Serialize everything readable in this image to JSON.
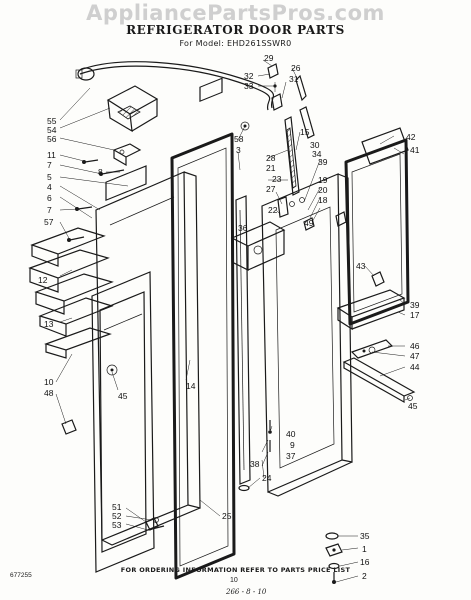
{
  "watermark": "AppliancePartsPros.com",
  "header": {
    "title": "REFRIGERATOR DOOR PARTS",
    "subtitle": "For Model: EHD261SSWR0"
  },
  "callouts": {
    "c29": "29",
    "c26": "26",
    "c31": "31",
    "c32": "32",
    "c33": "33",
    "c55": "55",
    "c54": "54",
    "c56": "56",
    "c11": "11",
    "c7a": "7",
    "c8": "8",
    "c5": "5",
    "c4": "4",
    "c6": "6",
    "c7b": "7",
    "c57": "57",
    "c58": "58",
    "c3": "3",
    "c15": "15",
    "c30": "30",
    "c34": "34",
    "c28": "28",
    "c21": "21",
    "c23": "23",
    "c39a": "39",
    "c19": "19",
    "c20": "20",
    "c27": "27",
    "c22": "22",
    "c18": "18",
    "c36": "36",
    "c49": "49",
    "c42": "42",
    "c41": "41",
    "c43": "43",
    "c12": "12",
    "c39b": "39",
    "c17": "17",
    "c13": "13",
    "c46": "46",
    "c47": "47",
    "c44": "44",
    "c14": "14",
    "c10": "10",
    "c48": "48",
    "c45a": "45",
    "c45b": "45",
    "c40": "40",
    "c9": "9",
    "c37": "37",
    "c38": "38",
    "c24": "24",
    "c35": "35",
    "c1": "1",
    "c16": "16",
    "c2": "2",
    "c51": "51",
    "c52": "52",
    "c53": "53",
    "c25": "25"
  },
  "footer": {
    "note": "FOR ORDERING INFORMATION REFER TO PARTS PRICE LIST",
    "drawing_number": "677255",
    "page_number": "10",
    "handwritten": "266 - 8 - 10"
  }
}
